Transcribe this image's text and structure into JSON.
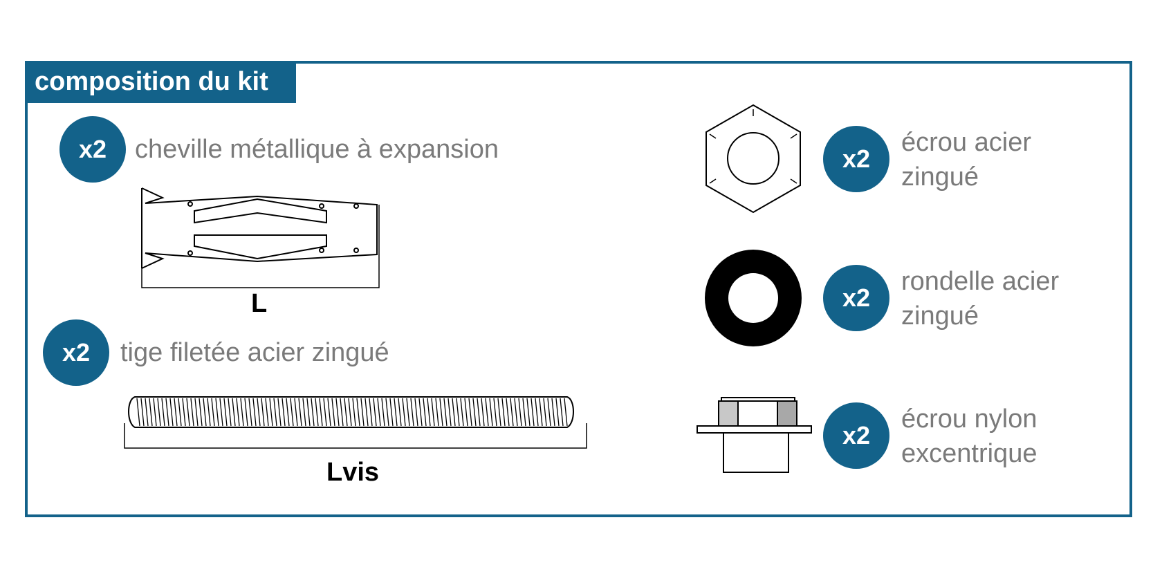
{
  "title": "composition du kit",
  "colors": {
    "accent": "#13628a",
    "label_text": "#7a7a7a",
    "nylon_insert": "#c8c8c8"
  },
  "items": [
    {
      "count": "x2",
      "label": "cheville métallique à expansion",
      "dimension": "L"
    },
    {
      "count": "x2",
      "label": "tige filetée acier zingué",
      "dimension": "Lvis"
    },
    {
      "count": "x2",
      "label_line1": "écrou acier",
      "label_line2": "zingué"
    },
    {
      "count": "x2",
      "label_line1": "rondelle acier",
      "label_line2": "zingué"
    },
    {
      "count": "x2",
      "label_line1": "écrou nylon",
      "label_line2": "excentrique"
    }
  ]
}
